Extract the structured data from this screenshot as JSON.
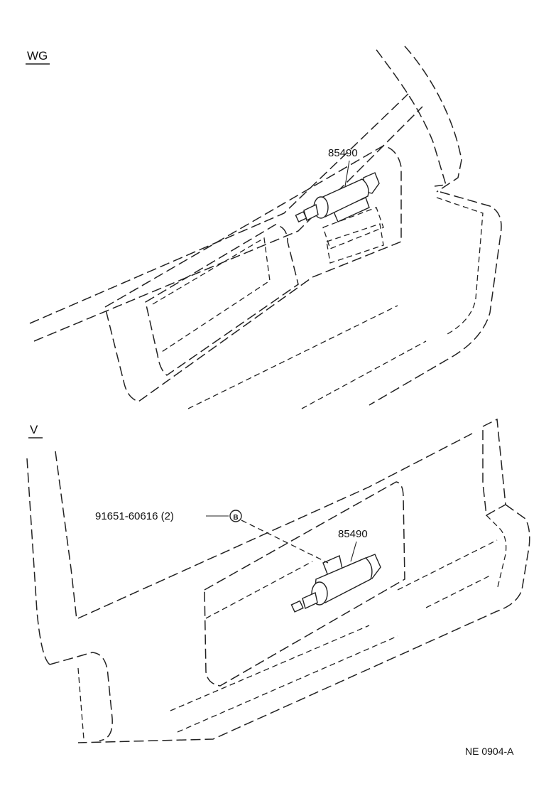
{
  "sections": {
    "wg": {
      "label": "WG"
    },
    "v": {
      "label": "V"
    }
  },
  "parts": {
    "wg_part": "85490",
    "v_part": "85490",
    "bolt": "91651-60616 (2)",
    "bolt_symbol": "B"
  },
  "footer": {
    "code": "NE  0904-A"
  }
}
